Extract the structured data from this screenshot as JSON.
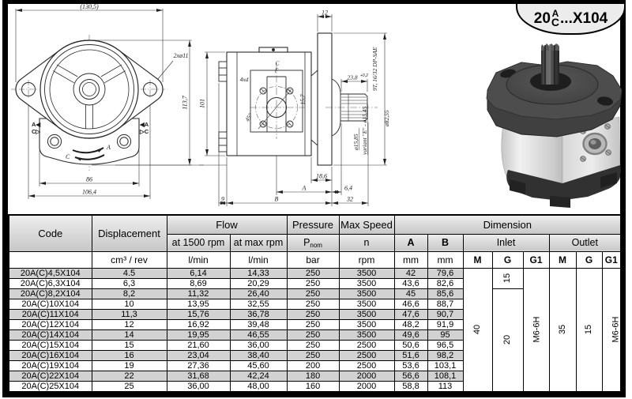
{
  "badge": {
    "prefix": "20",
    "letter_top": "A",
    "letter_bottom": "C",
    "suffix": "...X104"
  },
  "front_view": {
    "overall_width": "(130,5)",
    "holes": "2xø11",
    "height": "113,7",
    "body_width": "86",
    "hole_span": "106,4",
    "port_left_a": "A◀",
    "port_left_c": "C▷",
    "port_right_a": "◀A",
    "port_right_c": "▷C",
    "rot_a": "A",
    "rot_c": "C"
  },
  "side_view": {
    "plate_thickness": "12",
    "holes": "4xd",
    "face_width": "C",
    "inner_width": "F",
    "port_offset": "15,7",
    "angle": "45°",
    "spline_len": "23,8",
    "spline_tol": "+0,2",
    "spline_spec": "9T, 16/32 DP-SAE",
    "shaft_dia": "ø15,85",
    "variant": "variant \"E\" - ø15,45",
    "flange_dia": "ø82,55",
    "dim_18_6": "18,6",
    "dim_a": "A",
    "dim_6_4": "6,4",
    "dim_9": "9",
    "dim_b": "B",
    "dim_32": "32",
    "body_height": "101"
  },
  "table": {
    "header": {
      "code": "Code",
      "displacement": "Displacement",
      "flow": "Flow",
      "flow_1500": "at 1500 rpm",
      "flow_max": "at max rpm",
      "pressure": "Pressure",
      "pressure_sym": "P",
      "pressure_sub": "nom",
      "max_speed": "Max Speed",
      "speed_sym": "n",
      "dimension": "Dimension",
      "col_a": "A",
      "col_b": "B",
      "inlet": "Inlet",
      "outlet": "Outlet",
      "m": "M",
      "g": "G",
      "g1": "G1"
    },
    "units": {
      "displacement": "cm³ / rev",
      "flow_1500": "l/min",
      "flow_max": "l/min",
      "pressure": "bar",
      "speed": "rpm",
      "a": "mm",
      "b": "mm"
    },
    "merged": {
      "inlet_m": "40",
      "inlet_g_top": "15",
      "inlet_g_bottom": "20",
      "inlet_g1": "M6-6H",
      "outlet_m": "35",
      "outlet_g": "15",
      "outlet_g1": "M6-6H"
    },
    "rows": [
      {
        "code": "20A(C)4,5X104",
        "disp": "4.5",
        "q1": "6,14",
        "q2": "14,33",
        "p": "250",
        "n": "3500",
        "a": "42",
        "b": "79,6"
      },
      {
        "code": "20A(C)6,3X104",
        "disp": "6,3",
        "q1": "8,69",
        "q2": "20,29",
        "p": "250",
        "n": "3500",
        "a": "43,6",
        "b": "82,6"
      },
      {
        "code": "20A(C)8,2X104",
        "disp": "8,2",
        "q1": "11,32",
        "q2": "26,40",
        "p": "250",
        "n": "3500",
        "a": "45",
        "b": "85,6"
      },
      {
        "code": "20A(C)10X104",
        "disp": "10",
        "q1": "13,95",
        "q2": "32,55",
        "p": "250",
        "n": "3500",
        "a": "46,6",
        "b": "88,7"
      },
      {
        "code": "20A(C)11X104",
        "disp": "11,3",
        "q1": "15,76",
        "q2": "36,78",
        "p": "250",
        "n": "3500",
        "a": "47,6",
        "b": "90,7"
      },
      {
        "code": "20A(C)12X104",
        "disp": "12",
        "q1": "16,92",
        "q2": "39,48",
        "p": "250",
        "n": "3500",
        "a": "48,2",
        "b": "91,9"
      },
      {
        "code": "20A(C)14X104",
        "disp": "14",
        "q1": "19,95",
        "q2": "46,55",
        "p": "250",
        "n": "3500",
        "a": "49,6",
        "b": "95"
      },
      {
        "code": "20A(C)15X104",
        "disp": "15",
        "q1": "21,60",
        "q2": "36,00",
        "p": "250",
        "n": "2500",
        "a": "50,6",
        "b": "96,5"
      },
      {
        "code": "20A(C)16X104",
        "disp": "16",
        "q1": "23,04",
        "q2": "38,40",
        "p": "250",
        "n": "2500",
        "a": "51,6",
        "b": "98,2"
      },
      {
        "code": "20A(C)19X104",
        "disp": "19",
        "q1": "27,36",
        "q2": "45,60",
        "p": "200",
        "n": "2500",
        "a": "53,6",
        "b": "103,1"
      },
      {
        "code": "20A(C)22X104",
        "disp": "22",
        "q1": "31,68",
        "q2": "42,24",
        "p": "180",
        "n": "2000",
        "a": "56,6",
        "b": "108,1"
      },
      {
        "code": "20A(C)25X104",
        "disp": "25",
        "q1": "36,00",
        "q2": "48,00",
        "p": "160",
        "n": "2000",
        "a": "58,8",
        "b": "113"
      }
    ]
  }
}
